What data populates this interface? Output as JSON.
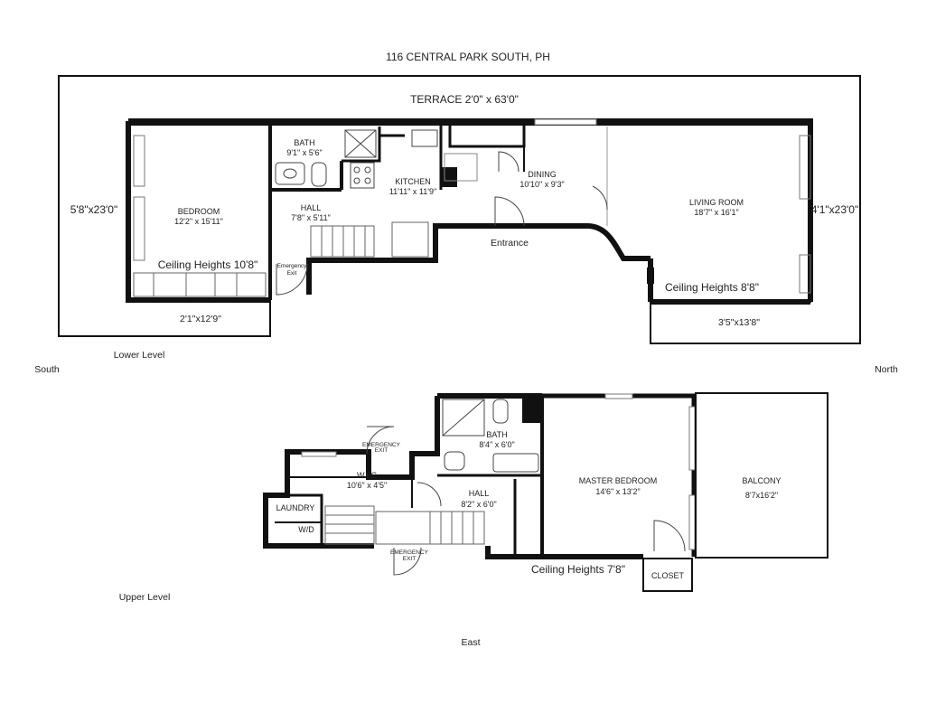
{
  "title": "116 CENTRAL PARK SOUTH, PH",
  "compass": {
    "south": "South",
    "north": "North",
    "east": "East"
  },
  "levels": {
    "lower": "Lower Level",
    "upper": "Upper Level"
  },
  "lower": {
    "terrace": "TERRACE 2'0\" x  63'0\"",
    "terrace_left": "5'8\"x23'0\"",
    "terrace_right": "4'1\"x23'0\"",
    "terrace_bottom_left": "2'1\"x12'9\"",
    "terrace_bottom_right": "3'5\"x13'8\"",
    "bedroom": {
      "name": "BEDROOM",
      "size": "12'2\" x 15'11\""
    },
    "bath": {
      "name": "BATH",
      "size": "9'1\" x 5'6\""
    },
    "kitchen": {
      "name": "KITCHEN",
      "size": "11'11\" x 11'9\""
    },
    "dining": {
      "name": "DINING",
      "size": "10'10\" x 9'3\""
    },
    "living": {
      "name": "LIVING ROOM",
      "size": "18'7\" x 16'1\""
    },
    "hall": {
      "name": "HALL",
      "size": "7'8\" x 5'11\""
    },
    "entrance": "Entrance",
    "emergency_exit": [
      "Emergency",
      "Exit"
    ],
    "ceiling_left": "Ceiling Heights 10'8\"",
    "ceiling_right": "Ceiling Heights 8'8\""
  },
  "upper": {
    "bath": {
      "name": "BATH",
      "size": "8'4\" x 6'0\""
    },
    "master": {
      "name": "MASTER BEDROOM",
      "size": "14'6\" x 13'2\""
    },
    "wic": {
      "name": "W.I.C",
      "size": "10'6\" x 4'5\""
    },
    "hall": {
      "name": "HALL",
      "size": "8'2\" x 6'0\""
    },
    "balcony": {
      "name": "BALCONY",
      "size": "8'7x16'2\""
    },
    "laundry": "LAUNDRY",
    "wd": "W/D",
    "closet": "CLOSET",
    "emergency_exit": [
      "EMERGENCY",
      "EXIT"
    ],
    "ceiling": "Ceiling Heights 7'8\""
  }
}
